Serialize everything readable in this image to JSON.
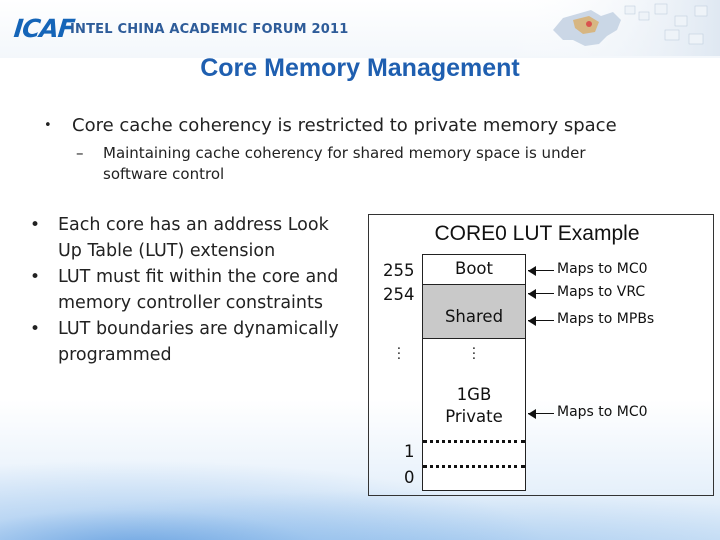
{
  "header": {
    "logo": "ICAF",
    "forum": "INTEL CHINA ACADEMIC FORUM 2011"
  },
  "colors": {
    "title": "#1f5fb0",
    "logo": "#1565b8",
    "shared_fill": "#c9c9c9"
  },
  "slide": {
    "title": "Core Memory Management",
    "bullet": "Core cache coherency is restricted to private memory space",
    "sub_bullet": "Maintaining cache coherency for shared memory space is under software control",
    "points": [
      "Each core has an address Look Up Table (LUT) extension",
      "LUT must fit within the core and memory  controller constraints",
      "LUT boundaries are dynamically programmed"
    ]
  },
  "lut": {
    "title": "CORE0 LUT Example",
    "addresses": {
      "top1": "255",
      "top2": "254",
      "bottom1": "1",
      "bottom0": "0"
    },
    "blocks": {
      "boot": "Boot",
      "shared": "Shared",
      "private_size": "1GB",
      "private_label": "Private"
    },
    "mappings": [
      "Maps to MC0",
      "Maps to VRC",
      "Maps to MPBs",
      "Maps to MC0"
    ]
  }
}
